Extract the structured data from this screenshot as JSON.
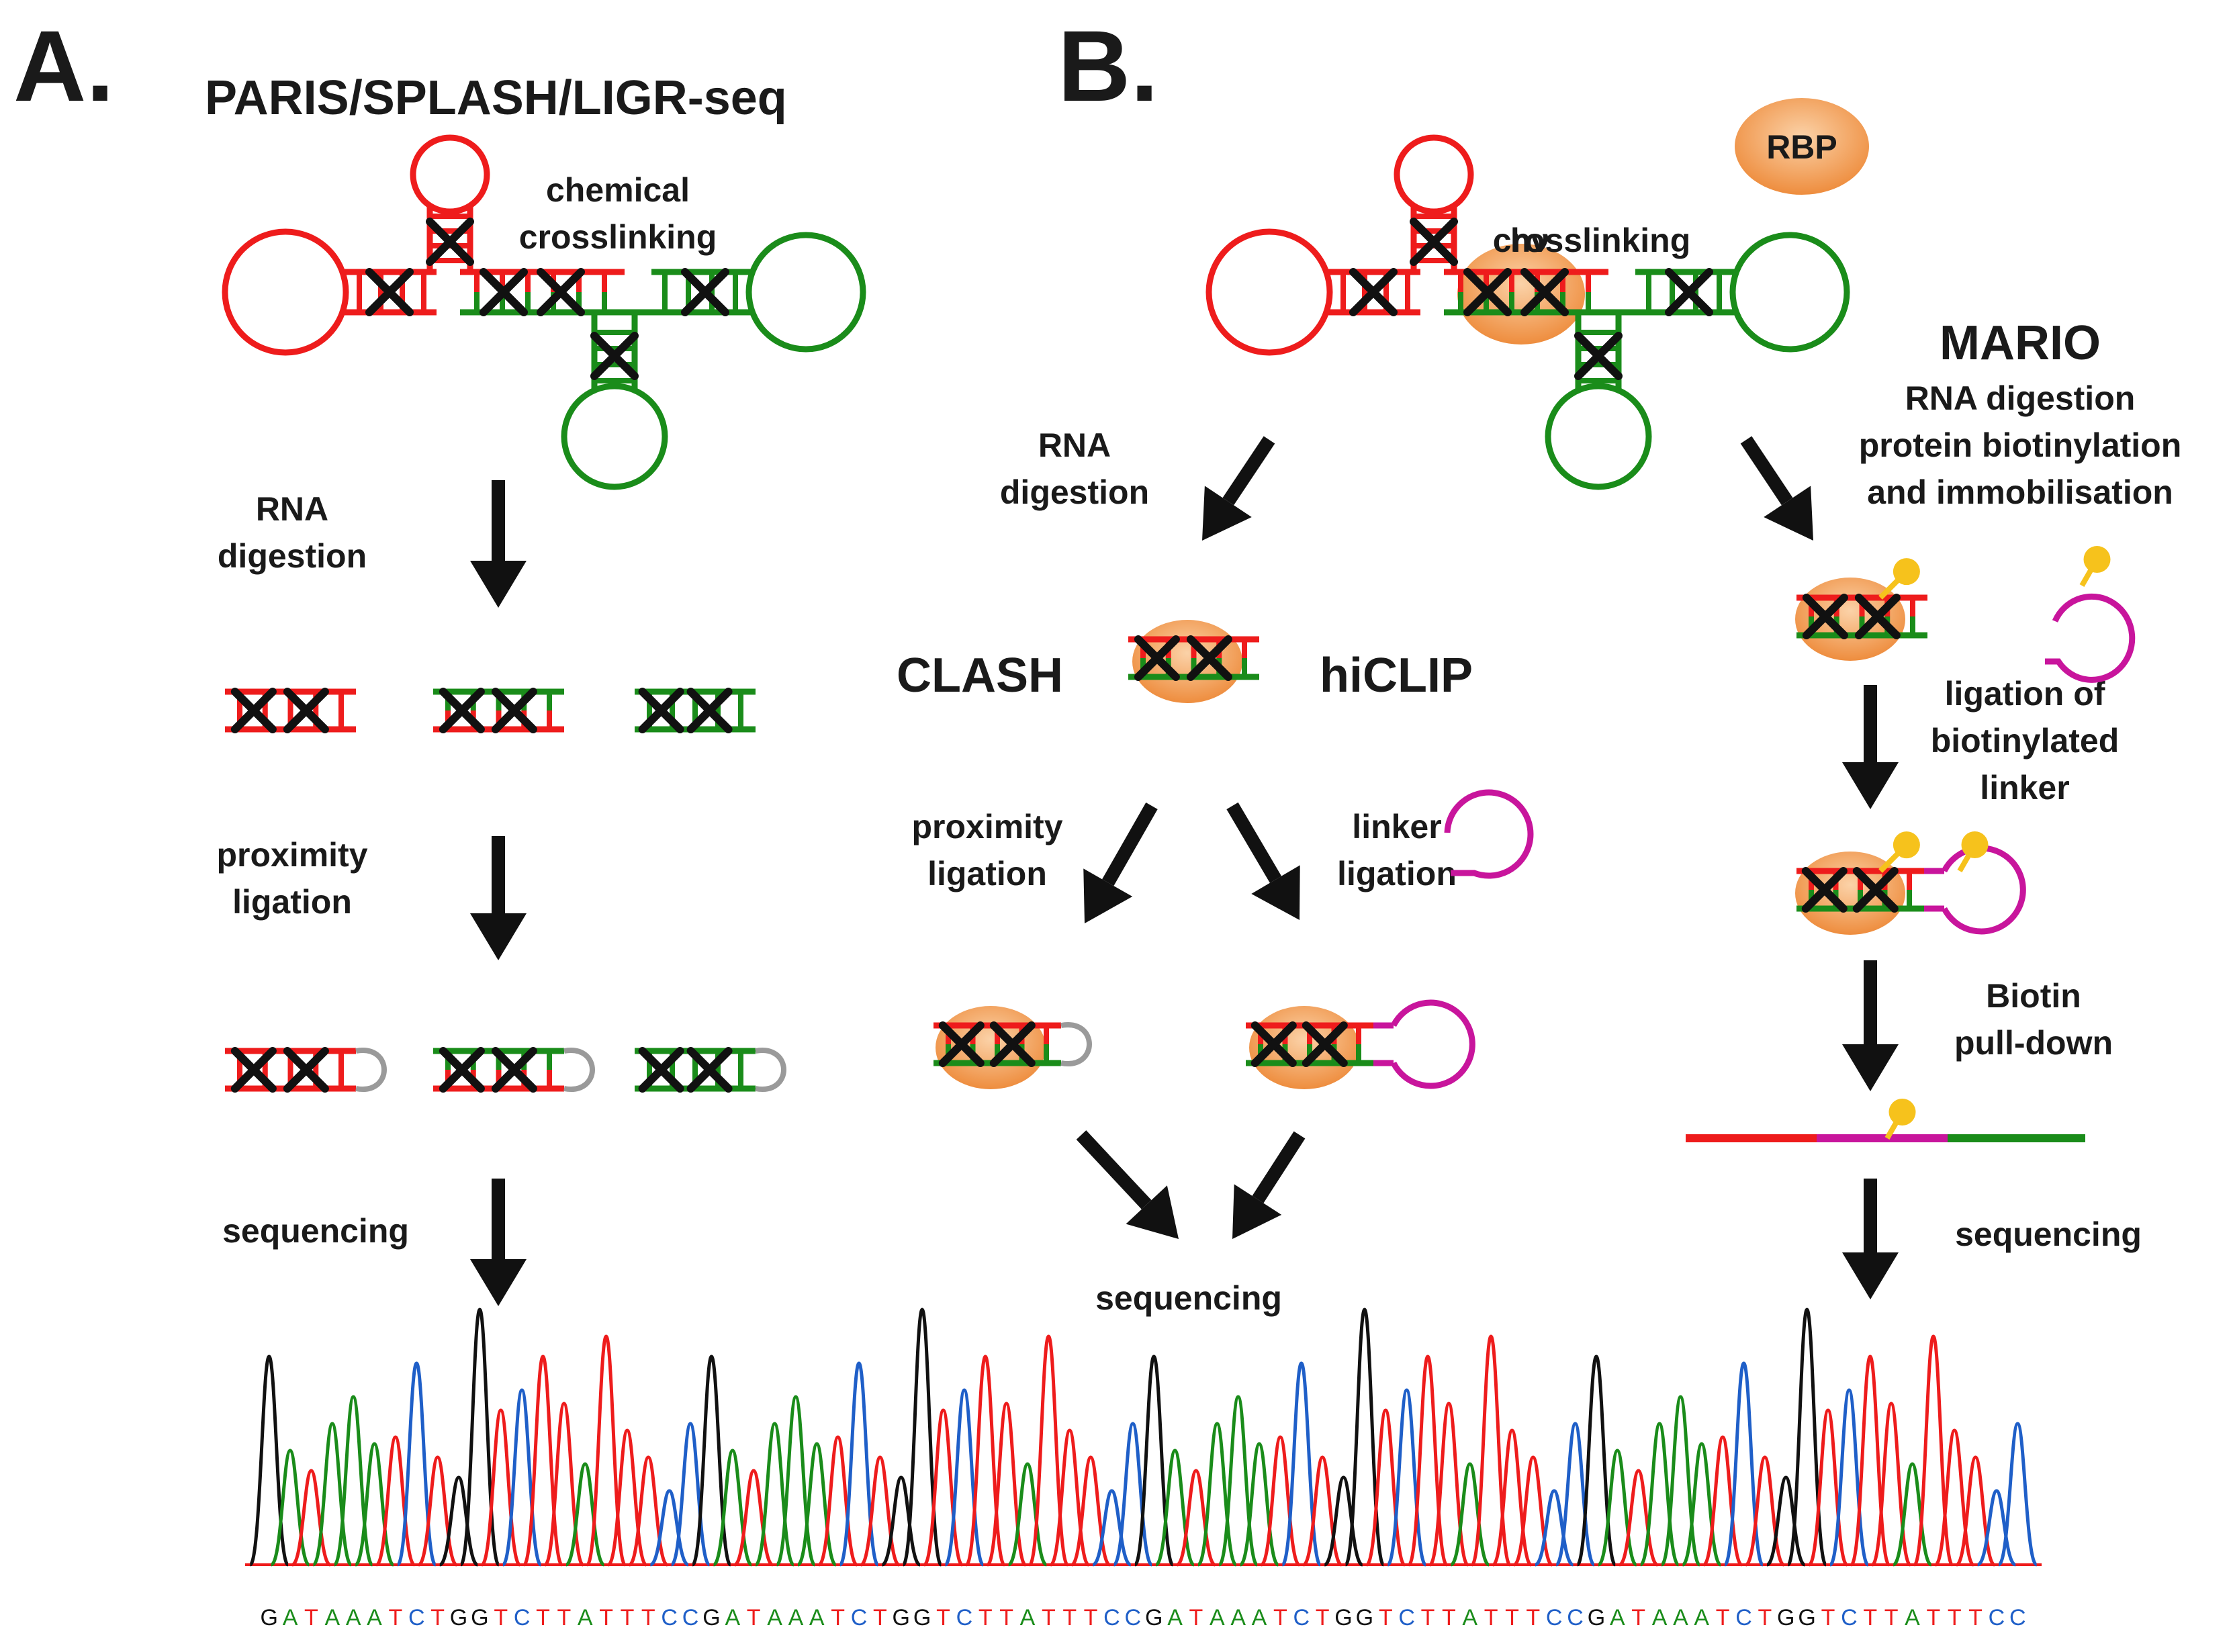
{
  "panel_a": {
    "letter": "A.",
    "title": "PARIS/SPLASH/LIGR-seq",
    "step_crosslink": [
      "chemical",
      "crosslinking"
    ],
    "step_digest": [
      "RNA",
      "digestion"
    ],
    "step_ligation": [
      "proximity",
      "ligation"
    ],
    "step_seq": "sequencing"
  },
  "panel_b": {
    "letter": "B.",
    "rbp": "RBP",
    "step_crosslink": [
      "hν",
      "crosslinking"
    ],
    "step_digest": [
      "RNA",
      "digestion"
    ],
    "clash": "CLASH",
    "hiclip": "hiCLIP",
    "prox_ligation": [
      "proximity",
      "ligation"
    ],
    "linker_ligation": [
      "linker",
      "ligation"
    ],
    "step_seq": "sequencing",
    "mario": {
      "title": "MARIO",
      "desc": [
        "RNA digestion",
        "protein biotinylation",
        "and immobilisation"
      ],
      "linker_step": [
        "ligation of",
        "biotinylated",
        "linker"
      ],
      "pulldown": [
        "Biotin",
        "pull-down"
      ],
      "seq": "sequencing"
    }
  },
  "chromatogram": {
    "sequence": "GATAAATCTGGTCTTATTTCCGATAAATCTGGTCTTATTTCCGATAAATCTGGTCTTATTTCCGATAAATCTGGTCTTATTTCC"
  },
  "colors": {
    "red": "#ee1c1c",
    "green": "#1a8c1a",
    "black": "#111111",
    "blue": "#1f5fc8",
    "magenta": "#c8159c",
    "gray": "#9a9a9a",
    "rbp": "#f2a15c",
    "biotin": "#f6c21c"
  }
}
